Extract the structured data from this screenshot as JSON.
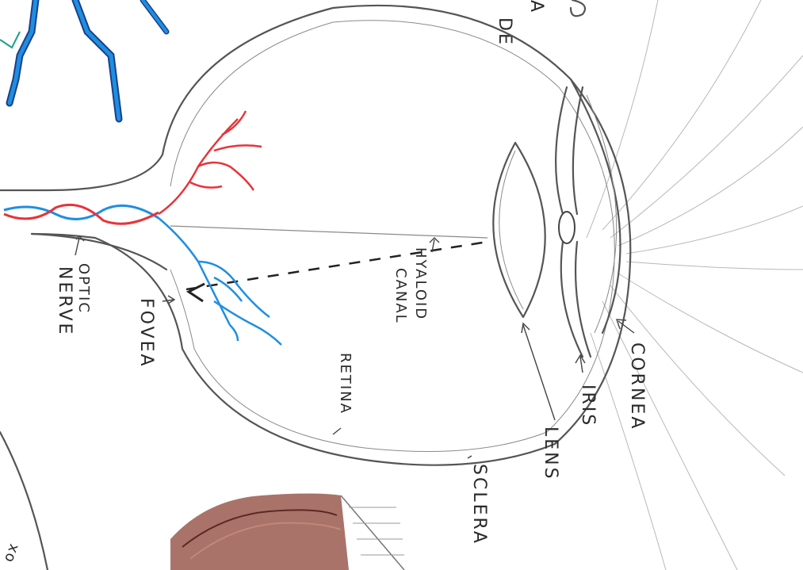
{
  "labels": {
    "optic": "OPTIC",
    "nerve": "NERVE",
    "fovea": "FOVEA",
    "hyaloid": "HYALOID",
    "canal": "CANAL",
    "retina": "RETINA",
    "sclera": "SCLERA",
    "lens": "LENS",
    "iris": "IRIS",
    "cornea": "CORNEA",
    "top_fragment_1": "DE",
    "top_fragment_2": "A",
    "bottom_fragment": "ox"
  },
  "colors": {
    "pencil": "#555555",
    "artery": "#e8333a",
    "vein": "#1e8fe0",
    "vein_dark": "#1b3f8a",
    "texture": "#7a3a30",
    "teal": "#1aa08a"
  }
}
